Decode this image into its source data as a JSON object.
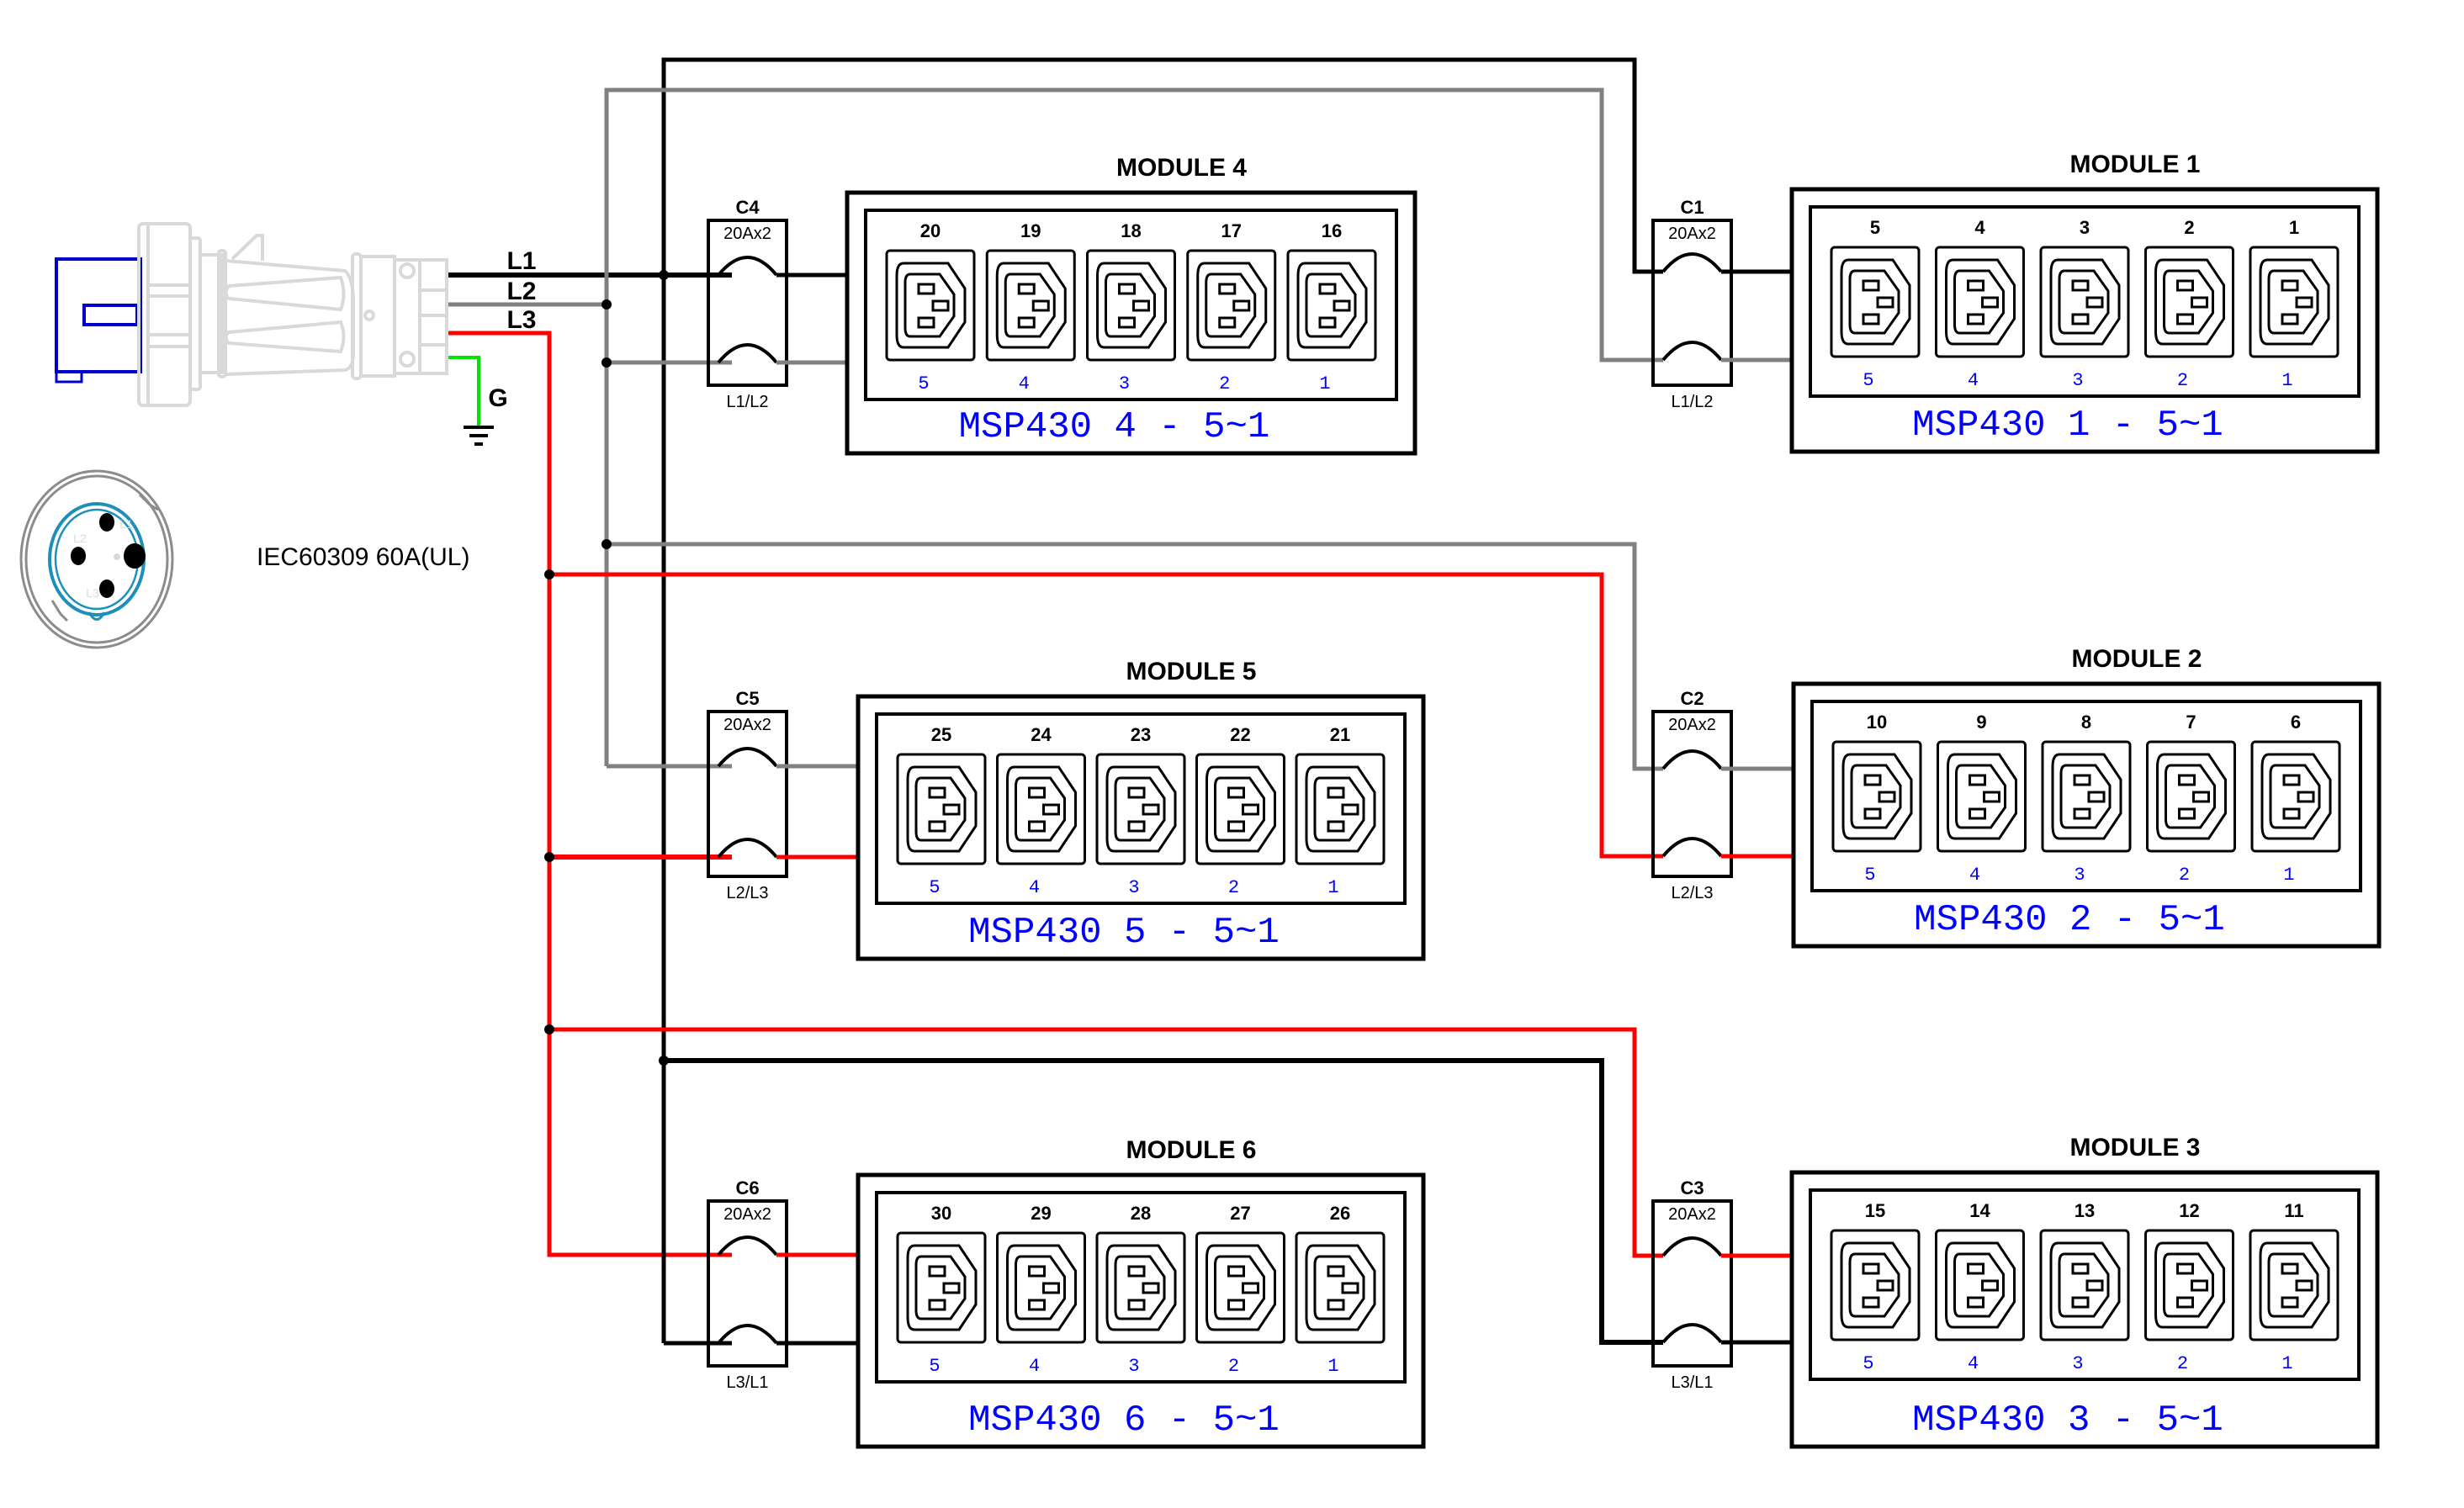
{
  "colors": {
    "L1": "#000000",
    "L2": "#808080",
    "L3": "#ff0000",
    "G": "#00e600",
    "outline": "#000000",
    "label_blue": "#0000ff",
    "plug_body": "#d9d9d9",
    "plug_cap": "#0000cc",
    "socket_ring": "#1e90b8",
    "socket_outer": "#8c8c8c"
  },
  "inlet": {
    "phase_labels": [
      "L1",
      "L2",
      "L3"
    ],
    "ground_label": "G",
    "connector_name": "IEC60309 60A(UL)",
    "socket_pin_labels": [
      "L1",
      "L2",
      "L3"
    ]
  },
  "breaker_rating": "20Ax2",
  "modules": [
    {
      "id": "module-4",
      "title": "MODULE 4",
      "breaker": "C4",
      "phases": "L1/L2",
      "feed": [
        "L1",
        "L2"
      ],
      "outlet_numbers": [
        "20",
        "19",
        "18",
        "17",
        "16"
      ],
      "local_numbers": [
        "5",
        "4",
        "3",
        "2",
        "1"
      ],
      "footer": "MSP430 4 - 5~1"
    },
    {
      "id": "module-1",
      "title": "MODULE 1",
      "breaker": "C1",
      "phases": "L1/L2",
      "feed": [
        "L1",
        "L2"
      ],
      "outlet_numbers": [
        "5",
        "4",
        "3",
        "2",
        "1"
      ],
      "local_numbers": [
        "5",
        "4",
        "3",
        "2",
        "1"
      ],
      "footer": "MSP430 1 - 5~1"
    },
    {
      "id": "module-5",
      "title": "MODULE 5",
      "breaker": "C5",
      "phases": "L2/L3",
      "feed": [
        "L2",
        "L3"
      ],
      "outlet_numbers": [
        "25",
        "24",
        "23",
        "22",
        "21"
      ],
      "local_numbers": [
        "5",
        "4",
        "3",
        "2",
        "1"
      ],
      "footer": "MSP430 5 - 5~1"
    },
    {
      "id": "module-2",
      "title": "MODULE 2",
      "breaker": "C2",
      "phases": "L2/L3",
      "feed": [
        "L2",
        "L3"
      ],
      "outlet_numbers": [
        "10",
        "9",
        "8",
        "7",
        "6"
      ],
      "local_numbers": [
        "5",
        "4",
        "3",
        "2",
        "1"
      ],
      "footer": "MSP430 2 - 5~1"
    },
    {
      "id": "module-6",
      "title": "MODULE 6",
      "breaker": "C6",
      "phases": "L3/L1",
      "feed": [
        "L3",
        "L1"
      ],
      "outlet_numbers": [
        "30",
        "29",
        "28",
        "27",
        "26"
      ],
      "local_numbers": [
        "5",
        "4",
        "3",
        "2",
        "1"
      ],
      "footer": "MSP430 6 - 5~1"
    },
    {
      "id": "module-3",
      "title": "MODULE 3",
      "breaker": "C3",
      "phases": "L3/L1",
      "feed": [
        "L3",
        "L1"
      ],
      "outlet_numbers": [
        "15",
        "14",
        "13",
        "12",
        "11"
      ],
      "local_numbers": [
        "5",
        "4",
        "3",
        "2",
        "1"
      ],
      "footer": "MSP430 3 - 5~1"
    }
  ]
}
